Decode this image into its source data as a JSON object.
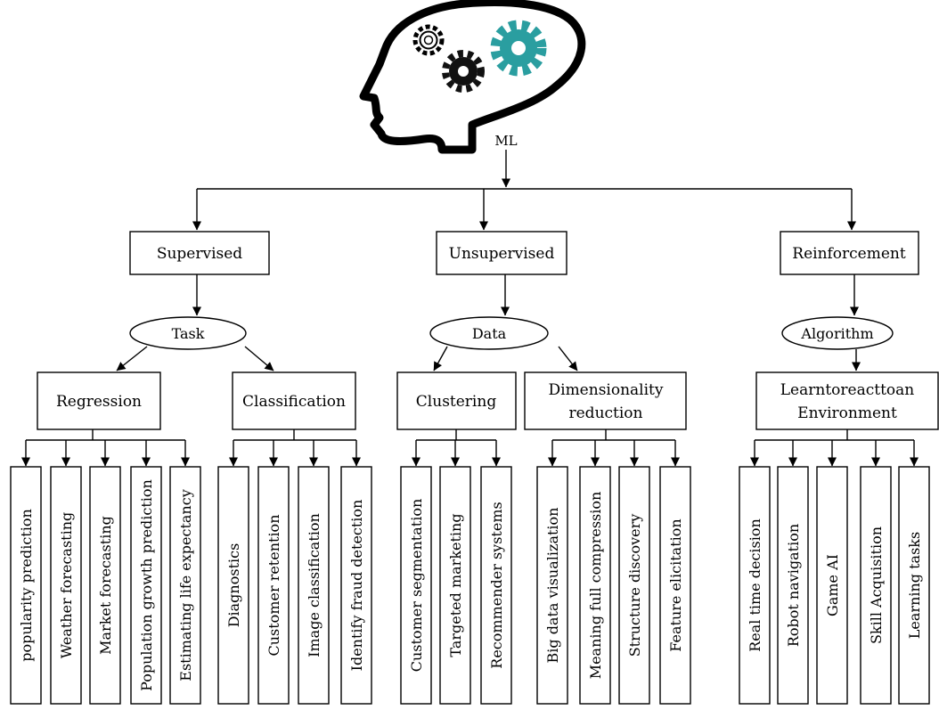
{
  "root": {
    "label": "ML"
  },
  "branches": [
    {
      "label": "Supervised",
      "criterion": "Task",
      "groups": [
        {
          "label": [
            "Regression"
          ],
          "leaves": [
            "popularity prediction",
            "Weather forecasting",
            "Market forecasting",
            "Population growth prediction",
            "Estimating life expectancy"
          ]
        },
        {
          "label": [
            "Classification"
          ],
          "leaves": [
            "Diagnostics",
            "Customer retention",
            "Image classification",
            "Identify fraud detection"
          ]
        }
      ]
    },
    {
      "label": "Unsupervised",
      "criterion": "Data",
      "groups": [
        {
          "label": [
            "Clustering"
          ],
          "leaves": [
            "Customer segmentation",
            "Targeted marketing",
            "Recommender systems"
          ]
        },
        {
          "label": [
            "Dimensionality",
            "reduction"
          ],
          "leaves": [
            "Big data visualization",
            "Meaning full compression",
            "Structure discovery",
            "Feature elicitation"
          ]
        }
      ]
    },
    {
      "label": "Reinforcement",
      "criterion": "Algorithm",
      "groups": [
        {
          "label": [
            "Learntoreacttoan",
            "Environment"
          ],
          "leaves": [
            "Real time decision",
            "Robot navigation",
            "Game AI",
            "Skill Acquisition",
            "Learning tasks"
          ]
        }
      ]
    }
  ],
  "colors": {
    "gear_teal": "#2a9ea0",
    "gear_black": "#111111",
    "stroke": "#000000"
  },
  "icons": [
    "head-outline-icon",
    "gear-icon"
  ]
}
